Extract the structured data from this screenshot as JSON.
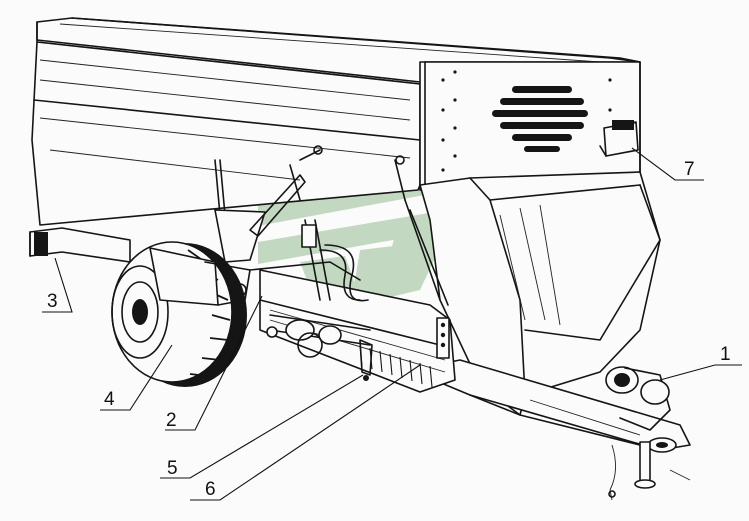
{
  "callouts": [
    {
      "label": "1"
    },
    {
      "label": "2"
    },
    {
      "label": "3"
    },
    {
      "label": "4"
    },
    {
      "label": "5"
    },
    {
      "label": "6"
    },
    {
      "label": "7"
    }
  ],
  "colors": {
    "ink": "#151515",
    "paper": "#fbfbfb",
    "watermark": "#b9d3b8"
  },
  "icons": [
    "watermark-logo"
  ]
}
